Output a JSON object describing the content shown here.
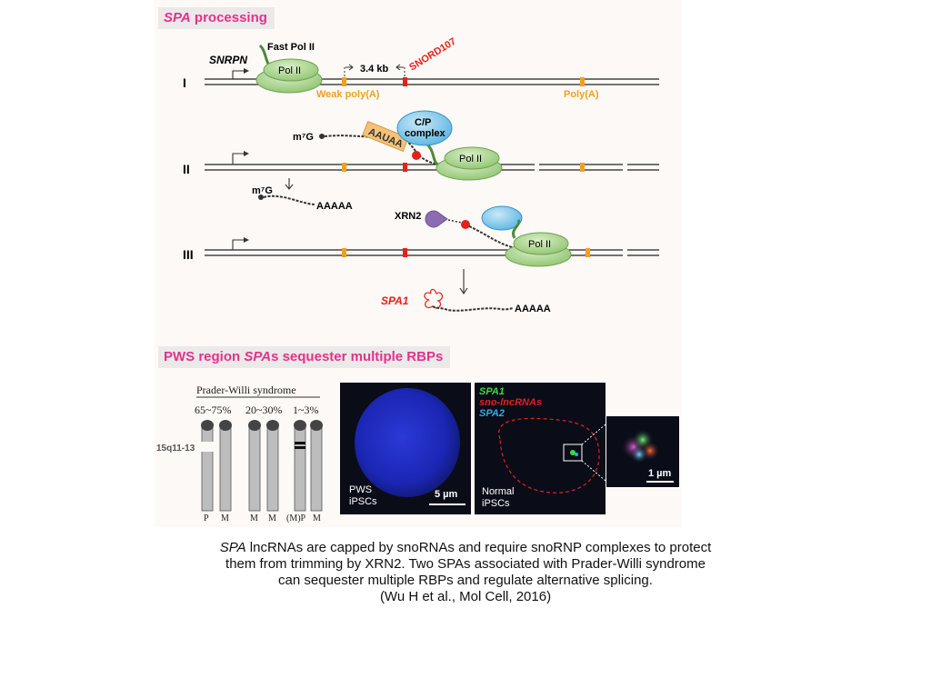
{
  "section1": {
    "title_italic": "SPA",
    "title_rest": " processing"
  },
  "labels": {
    "snrpn": "SNRPN",
    "fast_pol": "Fast Pol II",
    "pol": "Pol II",
    "distance": "3.4 kb",
    "snord": "SNORD107",
    "weak_polya": "Weak poly(A)",
    "polya": "Poly(A)",
    "m7g": "m⁷G",
    "aauaaa": "AAUAA",
    "cp_line1": "C/P",
    "cp_line2": "complex",
    "polya_tail": "AAAAA",
    "xrn2": "XRN2",
    "spa1": "SPA1"
  },
  "steps": [
    "I",
    "II",
    "III"
  ],
  "section2": {
    "title_pre": "PWS region ",
    "title_italic": "SPA",
    "title_post": "s sequester multiple RBPs"
  },
  "karyotype": {
    "title": "Prader-Willi syndrome",
    "groups": [
      {
        "pct": "65~75%",
        "labels": [
          "P",
          "M"
        ]
      },
      {
        "pct": "20~30%",
        "labels": [
          "M",
          "M"
        ]
      },
      {
        "pct": "1~3%",
        "labels": [
          "(M)P",
          "M"
        ]
      }
    ],
    "region_label": "15q11-13"
  },
  "panels": {
    "pws_label": "PWS\niPSCs",
    "pws_scale": "5 µm",
    "normal_label": "Normal\niPSCs",
    "legend": [
      {
        "text": "SPA1",
        "color": "#3ddc3a"
      },
      {
        "text": "sno-lncRNAs",
        "color": "#e02020"
      },
      {
        "text": "SPA2",
        "color": "#3aa8e8"
      }
    ],
    "inset_scale": "1 µm"
  },
  "caption": {
    "line1_italic": "SPA",
    "line1_rest": " lncRNAs are capped by snoRNAs and require snoRNP complexes to protect",
    "line2": "them from trimming by XRN2. Two  SPAs associated with Prader-Willi syndrome",
    "line3": "can sequester multiple RBPs and regulate alternative splicing.",
    "line4": "(Wu H et al., Mol Cell, 2016)"
  },
  "colors": {
    "accent_title": "#e2328d",
    "pol_green": "#a9d38e",
    "cp_blue": "#7fc6ea",
    "orange": "#f0a020",
    "red": "#e8201c",
    "xrn2_purple": "#8d6bb0"
  }
}
